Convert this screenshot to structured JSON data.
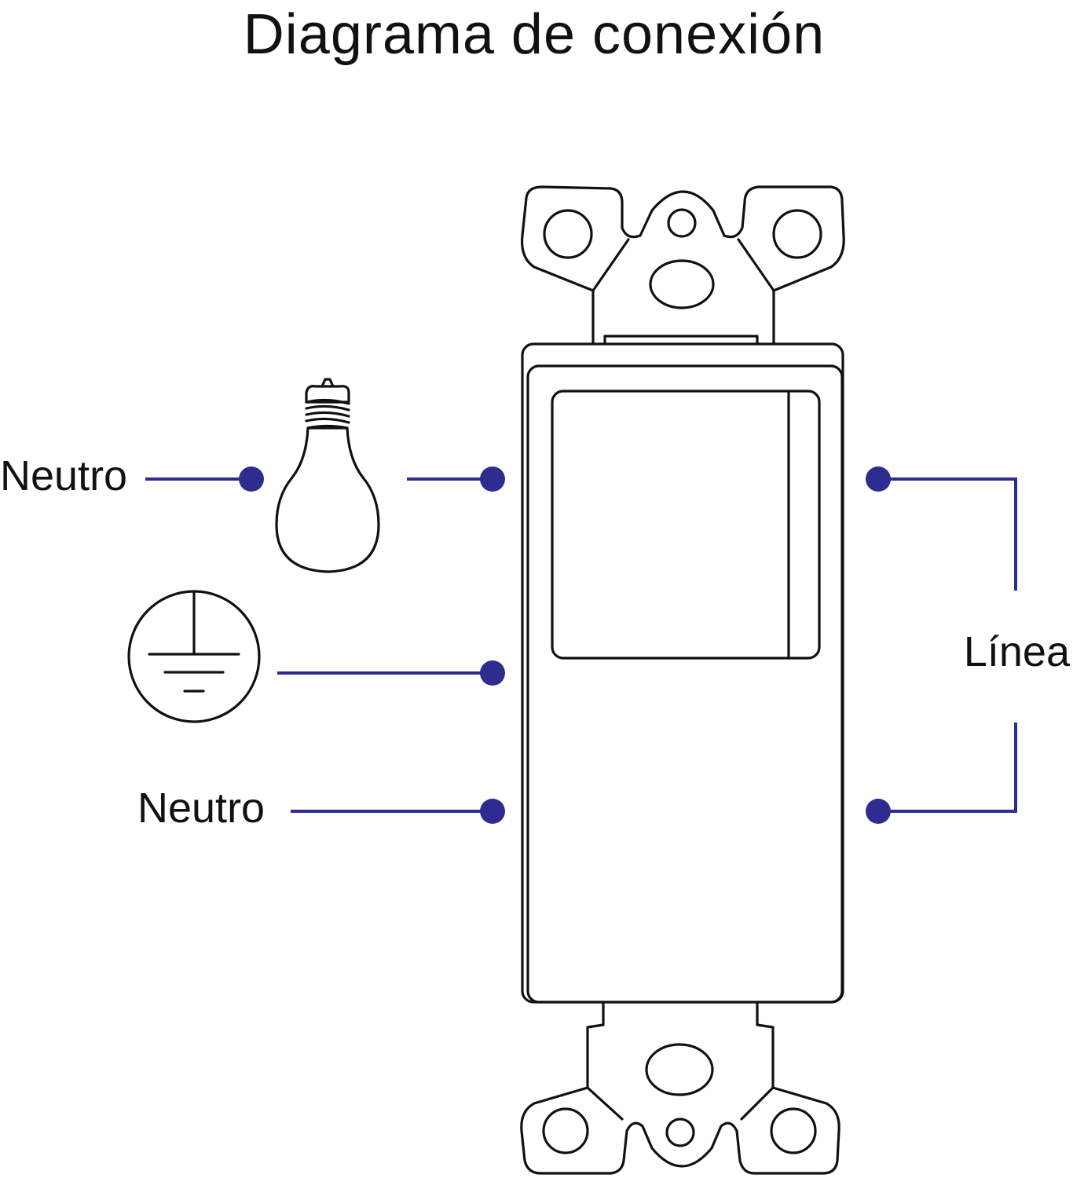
{
  "title": "Diagrama de conexión",
  "labels": {
    "neutro_top": "Neutro",
    "neutro_bottom": "Neutro",
    "linea": "Línea"
  },
  "icons": {
    "bulb": "light-bulb-icon",
    "ground": "ground-symbol-icon",
    "switch": "wall-switch-icon"
  },
  "colors": {
    "wire": "#2e2d8f",
    "terminal": "#2e2d8f",
    "outline": "#111111"
  }
}
